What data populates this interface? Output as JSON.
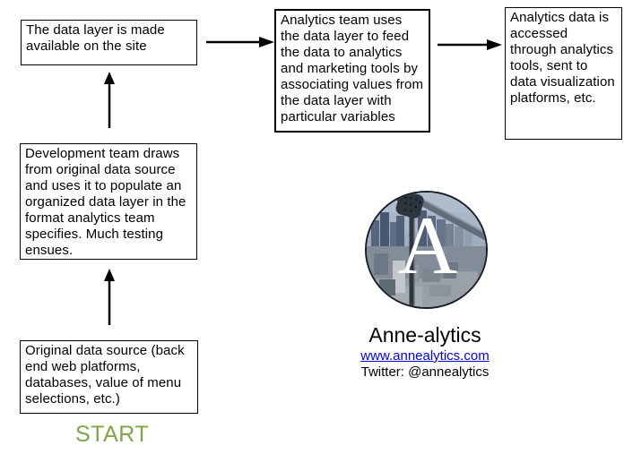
{
  "page": {
    "background": "#ffffff"
  },
  "flow": {
    "boxes": [
      {
        "id": "data-layer-available",
        "text": "The data layer is made available on the site"
      },
      {
        "id": "analytics-team-feeds",
        "text": "Analytics team uses the data layer to feed the data to analytics and marketing tools by associating values from the data layer with particular variables"
      },
      {
        "id": "analytics-data-accessed",
        "text": "Analytics data is accessed through analytics tools, sent to data visualization platforms, etc."
      },
      {
        "id": "development-team",
        "text": "Development team draws from original data source and uses it to populate an organized data layer in the format analytics team specifies. Much testing ensues."
      },
      {
        "id": "original-data-source",
        "text": "Original data source (back end web platforms, databases, value of menu selections, etc.)"
      }
    ],
    "start_label": "START",
    "start_color": "#7CA647",
    "arrows": [
      {
        "id": "arrow-box1-to-box2",
        "direction": "right"
      },
      {
        "id": "arrow-box2-to-box3",
        "direction": "right"
      },
      {
        "id": "arrow-box4-to-box1",
        "direction": "up"
      },
      {
        "id": "arrow-box5-to-box4",
        "direction": "up"
      }
    ]
  },
  "brand": {
    "avatar_letter": "A",
    "name": "Anne-alytics",
    "website": "www.annealytics.com",
    "twitter": "Twitter: @annealytics",
    "link_color": "#0000EE"
  }
}
